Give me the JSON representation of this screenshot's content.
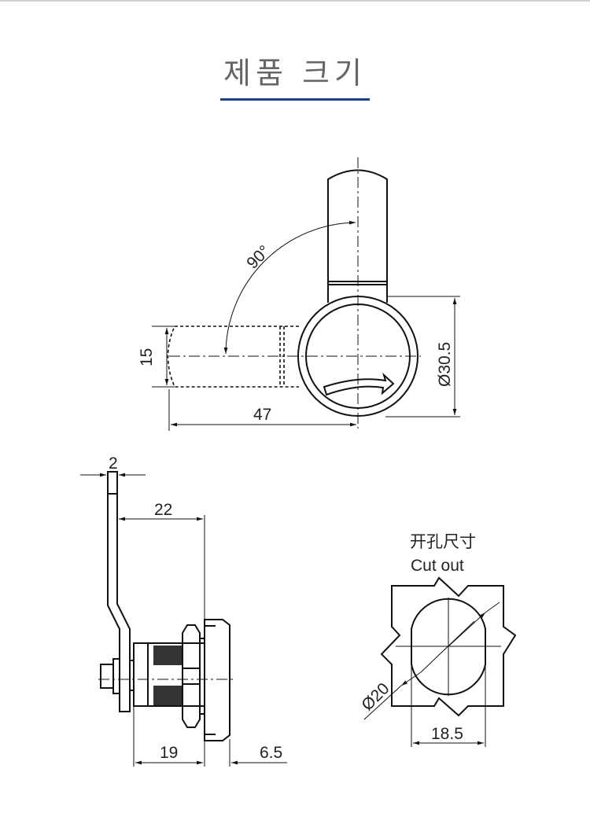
{
  "title": "제품 크기",
  "colors": {
    "accent": "#1a3f8f",
    "title": "#666666"
  },
  "top_view": {
    "angle": "90°",
    "width_dim": "15",
    "length_dim": "47",
    "diameter_dim": "Ø30.5"
  },
  "side_view": {
    "thickness_dim": "2",
    "offset_dim": "22",
    "body_dim": "19",
    "head_dim": "6.5"
  },
  "cutout": {
    "title_cn": "开孔尺寸",
    "title_en": "Cut out",
    "diameter_dim": "Ø20",
    "flat_dim": "18.5"
  }
}
